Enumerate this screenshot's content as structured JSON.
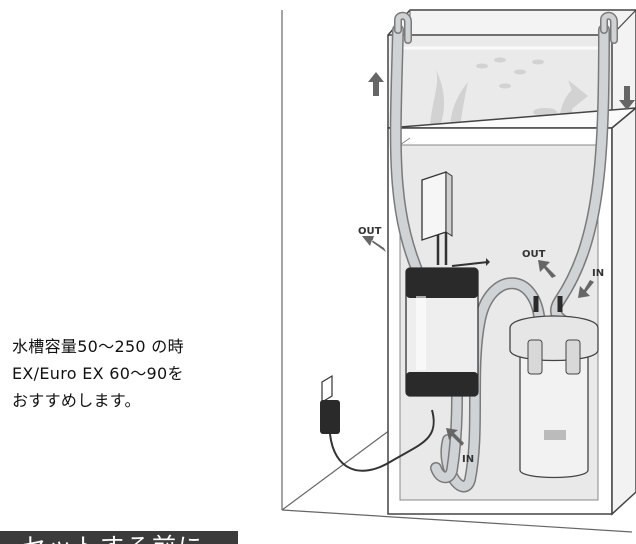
{
  "caption": {
    "line1": "水槽容量50～250 の時",
    "line2": "EX/Euro EX 60～90を",
    "line3": "おすすめします。"
  },
  "diagram": {
    "label_out_left": "OUT",
    "label_out_right": "OUT",
    "label_in_right": "IN",
    "label_in_bottom": "IN"
  },
  "banner": {
    "text": "セットする前に"
  },
  "colors": {
    "hose": "#c9cdcf",
    "cabinet_line": "#555555",
    "filter_dark": "#2a2a2a",
    "arrow": "#666666",
    "banner_bg": "#3b3b3b"
  }
}
